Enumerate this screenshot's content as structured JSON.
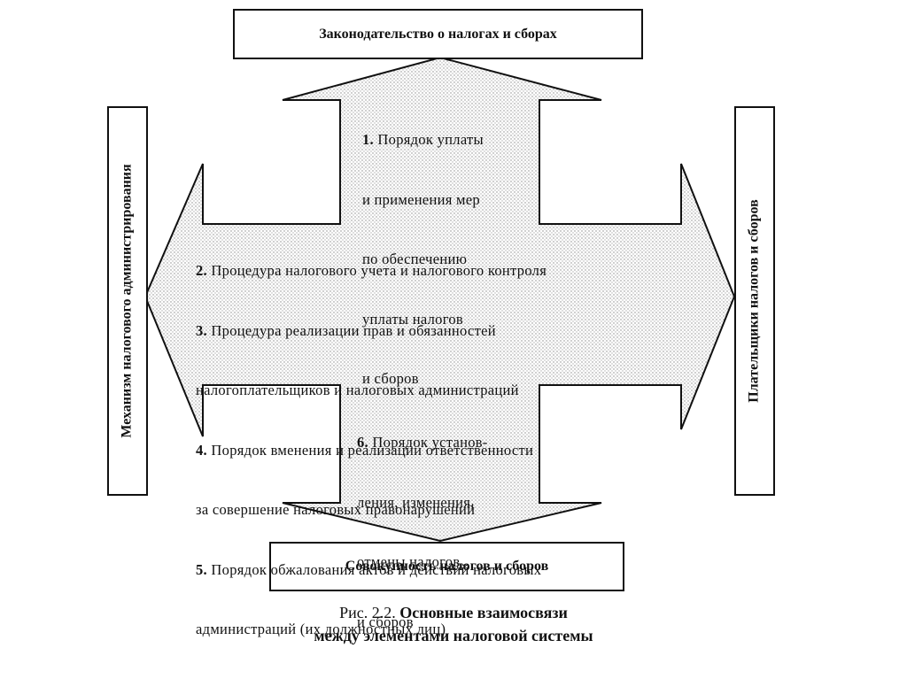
{
  "boxes": {
    "top": "Законодательство о налогах и сборах",
    "bottom": "Совокупность налогов и сборов",
    "left": "Механизм налогового администрирования",
    "right": "Плательщики налогов и сборов"
  },
  "top_list": {
    "number": "1.",
    "first_line": "Порядок уплаты",
    "lines": [
      "и применения мер",
      "по обеспечению",
      "уплаты налогов",
      "и сборов"
    ]
  },
  "middle_list": [
    {
      "number": "2.",
      "text": "Процедура налогового учета и налогового контроля"
    },
    {
      "number": "3.",
      "text": "Процедура реализации прав и обязанностей"
    },
    {
      "number": "",
      "text": "налогоплательщиков и налоговых администраций"
    },
    {
      "number": "4.",
      "text": "Порядок вменения и реализации ответственности"
    },
    {
      "number": "",
      "text": "за совершение налоговых правонарушений"
    },
    {
      "number": "5.",
      "text": "Порядок обжалования актов и действий налоговых"
    },
    {
      "number": "",
      "text": "администраций (их должностных лиц)"
    }
  ],
  "bottom_list": {
    "number": "6.",
    "first_line": "Порядок установ-",
    "lines": [
      "ления, изменения,",
      "отмены налогов",
      "и сборов"
    ]
  },
  "caption": {
    "prefix": "Рис. 2.2.",
    "title_line1": "Основные взаимосвязи",
    "title_line2": "между элементами налоговой системы"
  }
}
